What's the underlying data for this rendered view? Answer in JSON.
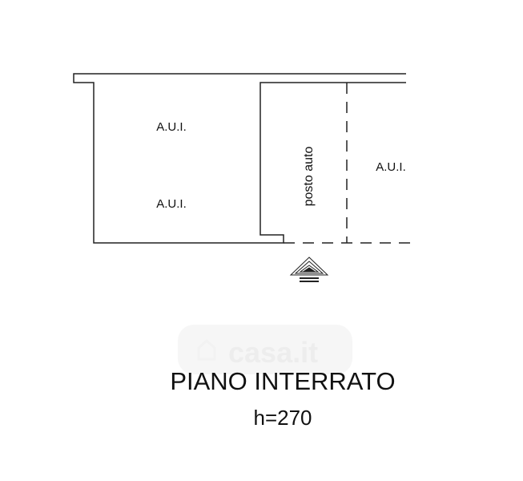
{
  "plan": {
    "rooms": [
      {
        "label": "A.U.I."
      },
      {
        "label": "A.U.I."
      },
      {
        "label": "A.U.I."
      }
    ],
    "parking_label": "posto auto"
  },
  "watermark": "casa.it",
  "title": "PIANO INTERRATO",
  "height_label": "h=270",
  "colors": {
    "line": "#222222",
    "text": "#111111"
  }
}
